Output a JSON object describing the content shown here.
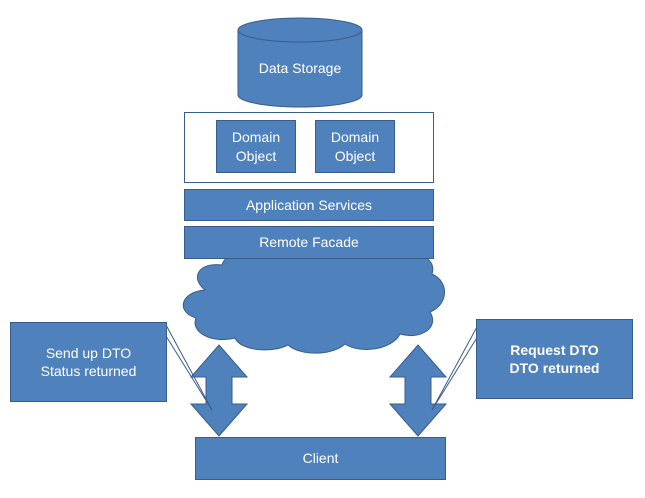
{
  "colors": {
    "fill": "#4f81bd",
    "stroke": "#385d8a",
    "text": "#ffffff",
    "callout_line": "#385d8a"
  },
  "storage": {
    "label": "Data Storage"
  },
  "domain_objects": [
    {
      "label": "Domain\nObject"
    },
    {
      "label": "Domain\nObject"
    }
  ],
  "layers": {
    "application_services": "Application Services",
    "remote_facade": "Remote Facade"
  },
  "callouts": {
    "left": "Send up DTO\nStatus returned",
    "right": "Request DTO\nDTO returned"
  },
  "client": {
    "label": "Client"
  }
}
